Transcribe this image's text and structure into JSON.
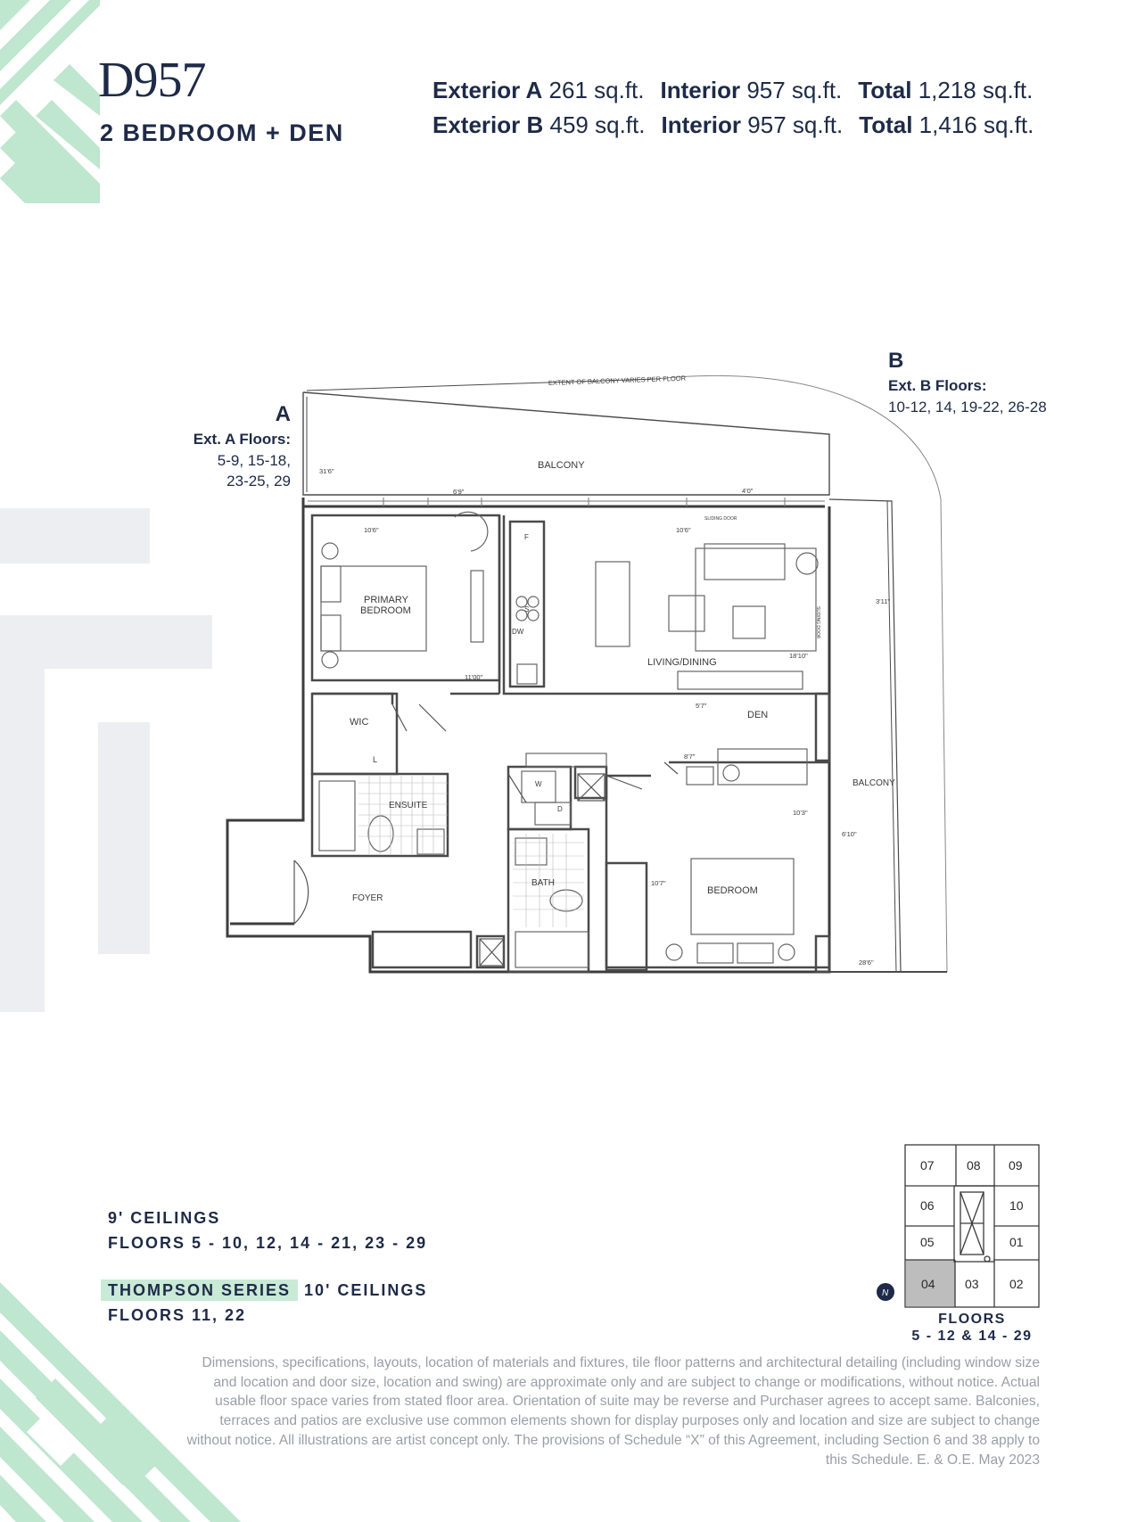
{
  "unit": {
    "code": "D957",
    "type": "2 BEDROOM + DEN"
  },
  "areas": [
    {
      "ext_label": "Exterior A",
      "ext_value": "261 sq.ft.",
      "int_label": "Interior",
      "int_value": "957 sq.ft.",
      "total_label": "Total",
      "total_value": "1,218 sq.ft."
    },
    {
      "ext_label": "Exterior B",
      "ext_value": "459 sq.ft.",
      "int_label": "Interior",
      "int_value": "957 sq.ft.",
      "total_label": "Total",
      "total_value": "1,416 sq.ft."
    }
  ],
  "exterior_a": {
    "letter": "A",
    "title": "Ext. A Floors:",
    "line1": "5-9, 15-18,",
    "line2": "23-25, 29"
  },
  "exterior_b": {
    "letter": "B",
    "title": "Ext. B Floors:",
    "line1": "10-12, 14, 19-22, 26-28"
  },
  "plan": {
    "rooms": {
      "balcony_top": "BALCONY",
      "balcony_right": "BALCONY",
      "primary_bedroom_1": "PRIMARY",
      "primary_bedroom_2": "BEDROOM",
      "wic": "WIC",
      "ensuite": "ENSUITE",
      "foyer": "FOYER",
      "living_dining": "LIVING/DINING",
      "den": "DEN",
      "bath": "BATH",
      "bedroom": "BEDROOM"
    },
    "fixtures": {
      "fridge": "F",
      "stove": "S",
      "dishwasher": "DW",
      "linen": "L",
      "washer": "W",
      "dryer": "D"
    },
    "notes": {
      "balcony_extent": "EXTENT OF BALCONY VARIES PER FLOOR",
      "sliding_door_top": "SLIDING DOOR",
      "sliding_door_side": "SLIDING DOOR"
    },
    "dimensions": {
      "d_31_6": "31'6\"",
      "d_6_9": "6'9\"",
      "d_4_0": "4'0\"",
      "d_10_6_a": "10'6\"",
      "d_10_6_b": "10'6\"",
      "d_11_00": "11'00\"",
      "d_18_10": "18'10\"",
      "d_3_11": "3'11\"",
      "d_5_7": "5'7\"",
      "d_8_7": "8'7\"",
      "d_10_3": "10'3\"",
      "d_6_10": "6'10\"",
      "d_10_7": "10'7\"",
      "d_28_6": "28'6\""
    }
  },
  "ceilings": {
    "line1": "9' CEILINGS",
    "line2": "FLOORS 5 - 10, 12, 14 - 21, 23 - 29",
    "series_name": "THOMPSON SERIES",
    "series_ceiling": "10' CEILINGS",
    "line4": "FLOORS 11, 22"
  },
  "keyplan": {
    "units": [
      "07",
      "08",
      "09",
      "06",
      "10",
      "05",
      "01",
      "04",
      "03",
      "02"
    ],
    "highlighted": "04",
    "highlight_color": "#bdbdbd",
    "floors_label": "FLOORS",
    "floors_range": "5 - 12 & 14 - 29"
  },
  "disclaimer": "Dimensions, specifications, layouts, location of materials and fixtures, tile floor patterns and architectural detailing (including window size and location and door size, location and swing) are approximate only and are subject to change or modifications, without notice. Actual usable floor space varies from stated floor area. Orientation of suite may be reverse and Purchaser agrees to accept same. Balconies, terraces and patios are exclusive use common elements shown for display purposes only and location and size are subject to change without notice. All illustrations are artist concept only. The provisions of Schedule “X” of this Agreement, including Section 6 and 38 apply to this Schedule. E. & O.E. May 2023",
  "colors": {
    "navy": "#1e2a47",
    "mint": "#bfe6cf",
    "grey_shape": "#eceef1"
  }
}
